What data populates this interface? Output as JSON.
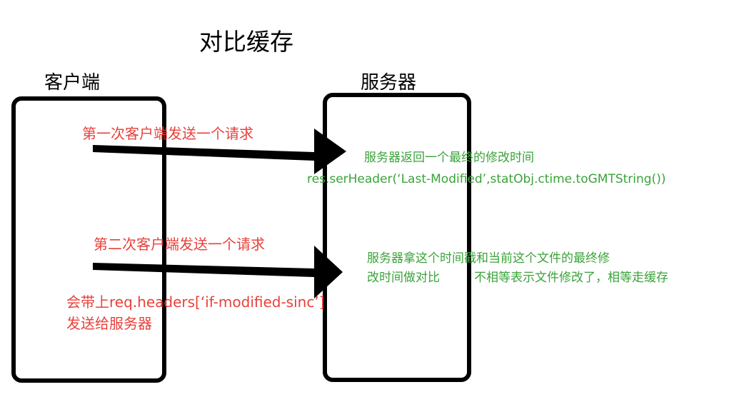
{
  "title": "对比缓存",
  "client_label": "客户端",
  "server_label": "服务器",
  "request1": {
    "label": "第一次客户端发送一个请求"
  },
  "response1": {
    "line1": "服务器返回一个最终的修改时间",
    "line2": "res.serHeader(‘Last-Modified’,statObj.ctime.toGMTString())"
  },
  "request2": {
    "label": "第二次客户端发送一个请求",
    "note_line1": "会带上req.headers[‘if-modified-sinc’]",
    "note_line2": "发送给服务器"
  },
  "response2": {
    "line1": "服务器拿这个时间戳和当前这个文件的最终修",
    "line2_part1": "改时间做对比",
    "line2_part2": "不相等表示文件修改了，相等走缓存"
  },
  "colors": {
    "request_text": "#e8413b",
    "response_text": "#3aa33a",
    "arrows": "#000000"
  }
}
